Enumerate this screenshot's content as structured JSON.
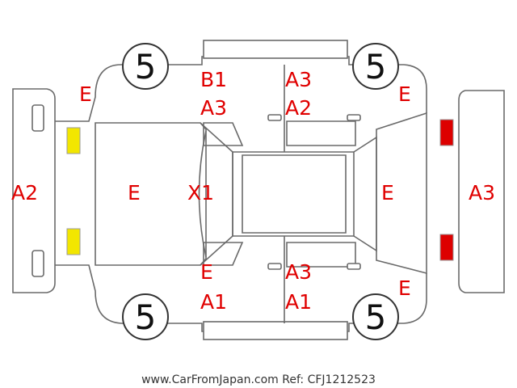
{
  "tires": {
    "front_left": "5",
    "rear_left": "5",
    "front_right": "5",
    "rear_right": "5"
  },
  "codes": {
    "front_left_fender": "E",
    "front_left_door_top": "B1",
    "front_left_door_bottom": "A3",
    "rear_left_door_top": "A3",
    "rear_left_door_bottom": "A2",
    "rear_left_fender": "E",
    "front_bumper": "A2",
    "hood": "E",
    "windshield": "X1",
    "trunk": "E",
    "rear_bumper": "A3",
    "front_right_door_top": "E",
    "front_right_door_bottom": "A1",
    "rear_right_door_top": "A3",
    "rear_right_door_bottom": "A1",
    "rear_right_fender": "E"
  },
  "colors": {
    "code_text": "#e00000",
    "headlight": "#f2e600",
    "taillight": "#dd0000",
    "outline": "#6a6a6a"
  },
  "footer": "www.CarFromJapan.com Ref: CFJ1212523"
}
